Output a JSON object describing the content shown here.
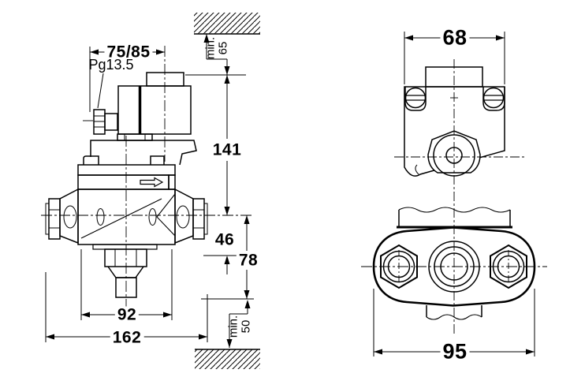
{
  "drawing": {
    "type": "technical-dimension-drawing",
    "background": "#ffffff",
    "line_color": "#000000",
    "front_view": {
      "dim_coil_width": "75/85",
      "label_cable_gland": "Pg13.5",
      "dim_top_clearance_prefix": "min.",
      "dim_top_clearance_value": "65",
      "dim_height": "141",
      "dim_center_to_body_bottom": "46",
      "dim_center_to_drain_end": "78",
      "dim_body_width": "92",
      "dim_overall_width": "162",
      "dim_bottom_clearance_prefix": "min.",
      "dim_bottom_clearance_value": "50"
    },
    "top_view": {
      "dim_width": "68"
    },
    "bottom_view": {
      "dim_flange_width": "95"
    }
  }
}
